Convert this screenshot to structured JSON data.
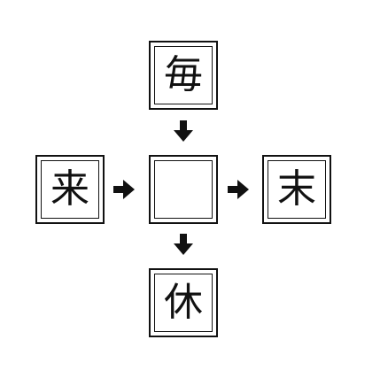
{
  "puzzle": {
    "top": "毎",
    "left": "来",
    "center": "",
    "right": "末",
    "bottom": "休"
  }
}
